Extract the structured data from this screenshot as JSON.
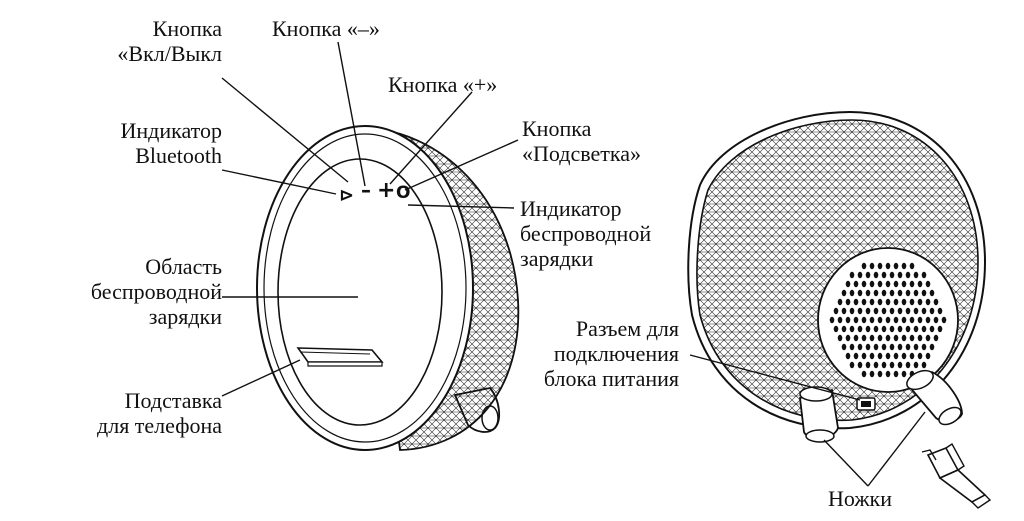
{
  "labels": {
    "power_button": [
      "Кнопка",
      "«Вкл/Выкл"
    ],
    "minus_button": [
      "Кнопка «–»"
    ],
    "plus_button": [
      "Кнопка «+»"
    ],
    "bt_indicator": [
      "Индикатор",
      "Bluetooth"
    ],
    "light_button": [
      "Кнопка",
      "«Подсветка»"
    ],
    "charge_indicator": [
      "Индикатор",
      "беспроводной",
      "зарядки"
    ],
    "charge_area": [
      "Область",
      "беспроводной",
      "зарядки"
    ],
    "power_connector": [
      "Разъем для",
      "подключения",
      "блока питания"
    ],
    "phone_stand": [
      "Подставка",
      "для телефона"
    ],
    "feet": [
      "Ножки"
    ]
  },
  "panel_marks": {
    "bt": "⊳",
    "minus": "–",
    "plus": "+",
    "light": "O"
  },
  "colors": {
    "line": "#111111",
    "mesh": "#222222",
    "background": "#ffffff"
  }
}
